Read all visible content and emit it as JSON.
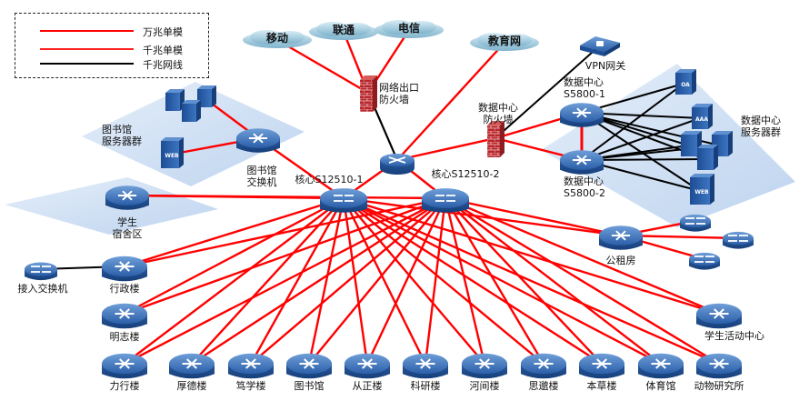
{
  "legend": {
    "items": [
      {
        "label": "万兆单模",
        "color": "#ff0000"
      },
      {
        "label": "千兆单模",
        "color": "#ff2020"
      },
      {
        "label": "千兆网线",
        "color": "#000000"
      }
    ]
  },
  "colors": {
    "fiber": "#ff0000",
    "copper": "#000000",
    "device_blue": "#2f63a8",
    "zone_fill": "#c5d9f0",
    "cloud_fill": "#a9cde0",
    "firewall": "#b3262b"
  },
  "isps": [
    {
      "id": "cmcc",
      "label": "移动"
    },
    {
      "id": "unicom",
      "label": "联通"
    },
    {
      "id": "telecom",
      "label": "电信"
    },
    {
      "id": "cernet",
      "label": "教育网"
    }
  ],
  "firewalls": [
    {
      "id": "fw-exit",
      "label": "网络出口\n防火墙"
    },
    {
      "id": "fw-dc",
      "label": "数据中心\n防火墙"
    }
  ],
  "router": {
    "id": "router",
    "label": ""
  },
  "core": [
    {
      "id": "core1",
      "label": "核心S12510-1"
    },
    {
      "id": "core2",
      "label": "核心S12510-2"
    }
  ],
  "datacenter": {
    "switches": [
      {
        "id": "dc1",
        "label": "数据中心\nS5800-1"
      },
      {
        "id": "dc2",
        "label": "数据中心\nS5800-2"
      }
    ],
    "vpn": {
      "label": "VPN网关"
    },
    "servers": [
      {
        "id": "oa",
        "tag": "OA"
      },
      {
        "id": "aaa",
        "tag": "AAA"
      },
      {
        "id": "s1",
        "tag": ""
      },
      {
        "id": "s2",
        "tag": ""
      },
      {
        "id": "s3",
        "tag": ""
      },
      {
        "id": "web",
        "tag": "WEB"
      }
    ],
    "zone_label": "数据中心\n服务器群"
  },
  "library": {
    "switch_label": "图书馆\n交换机",
    "zone_label": "图书馆\n服务器群",
    "servers": [
      {
        "tag": ""
      },
      {
        "tag": ""
      },
      {
        "tag": ""
      },
      {
        "tag": "WEB"
      }
    ]
  },
  "dorm": {
    "label": "学生\n宿舍区"
  },
  "access_switch": {
    "label": "接入交换机"
  },
  "rental": {
    "label": "公租房",
    "access_count": 3
  },
  "buildings": [
    {
      "id": "admin",
      "label": "行政楼"
    },
    {
      "id": "mingzhi",
      "label": "明志楼"
    },
    {
      "id": "lixing",
      "label": "力行楼"
    },
    {
      "id": "houde",
      "label": "厚德楼"
    },
    {
      "id": "duxue",
      "label": "笃学楼"
    },
    {
      "id": "lib",
      "label": "图书馆"
    },
    {
      "id": "congzheng",
      "label": "从正楼"
    },
    {
      "id": "keyan",
      "label": "科研楼"
    },
    {
      "id": "hejian",
      "label": "河间楼"
    },
    {
      "id": "simiao",
      "label": "思邈楼"
    },
    {
      "id": "bencao",
      "label": "本草楼"
    },
    {
      "id": "tiyu",
      "label": "体育馆"
    },
    {
      "id": "animal",
      "label": "动物研究所"
    },
    {
      "id": "activity",
      "label": "学生活动中心"
    }
  ]
}
